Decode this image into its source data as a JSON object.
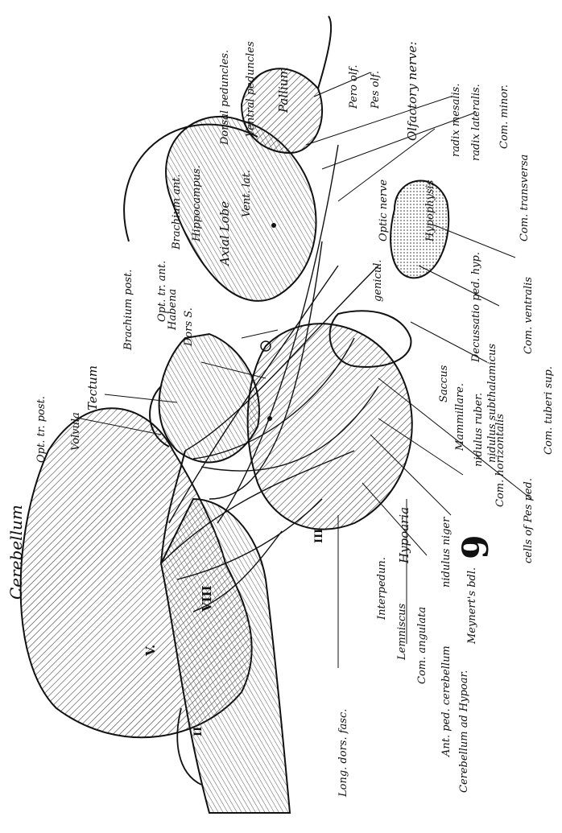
{
  "figure_number": "9",
  "labels": {
    "cerebellum": "Cerebellum",
    "long_dors_fasc": "Long. dors. fasc.",
    "cerebellum_ad_hypoar": "Cerebellum ad Hypoar.",
    "ant_ped_cerebellum": "Ant. ped. cerebellum",
    "com_angulata": "Com. angulata",
    "lemniscus": "Lemniscus",
    "interpedun": "Interpedun.",
    "meynerts_bdl": "Meynert's bdl.",
    "nidulus_niger": "nidulus niger",
    "hypoaria": "Hypoaria",
    "com_horizontalis": "Com. horizontalis",
    "cells_of_pes_ped": "cells of Pes ped.",
    "com_tuberi_sup": "Com. tuberi sup.",
    "nidulus_ruber": "nidulus ruber.",
    "nidulus_subthalamicus": "nidulus subthalamicus",
    "mammillare": "Mammillare.",
    "saccus": "Saccus",
    "decussatio_ped_hyp": "Decussatio ped. hyp.",
    "com_ventralis": "Com. ventralis",
    "com_transversa": "Com. transversa",
    "hypophysis": "Hypophysis",
    "genicul": "genicul.",
    "optic_nerve": "Optic nerve",
    "com_minor": "Com. minor.",
    "radix_lateralis": "radix lateralis.",
    "radix_mesalis": "radix mesalis.",
    "olfactory_nerve": "Olfactory nerve:",
    "pes_olf": "Pes olf.",
    "pero_olf": "Pero olf.",
    "pallium": "Pallium",
    "ventral_peduncles": "Ventral peduncles",
    "dorsal_peduncles": "Dorsal peduncles.",
    "vent_lat": "Vent. lat.",
    "axial_lobe": "Axial Lobe",
    "hippocampus": "Hippocampus.",
    "brachium_ant": "Brachium ant.",
    "opt_tr_ant": "Opt. tr. ant.",
    "habena": "Habena",
    "brachium_post": "Brachium post.",
    "dors_s": "Dors S.",
    "tectum": "Tectum",
    "volvula": "Volvula",
    "opt_tr_post": "Opt. tr. post.",
    "roman_ii": "II",
    "roman_v": "V.",
    "roman_viii": "VIII",
    "roman_iii": "III"
  }
}
